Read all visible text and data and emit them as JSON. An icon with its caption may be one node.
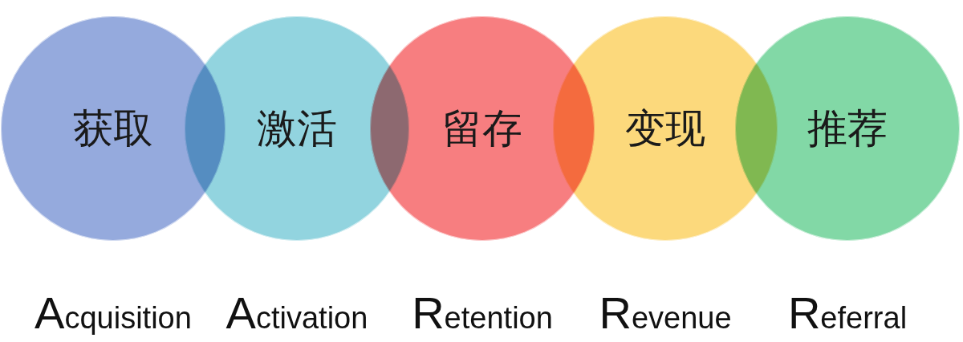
{
  "diagram": {
    "nodes": [
      {
        "text": [
          "获取"
        ],
        "beside": [
          "Acquisition"
        ]
      },
      {
        "text": [
          "激活"
        ],
        "beside": [
          "Activation"
        ]
      },
      {
        "text": [
          "留存"
        ],
        "beside": [
          "Retention"
        ]
      },
      {
        "text": [
          "变现"
        ],
        "beside": [
          "Revenue"
        ]
      },
      {
        "text": [
          "推荐"
        ],
        "beside": [
          "Referral"
        ]
      }
    ]
  }
}
